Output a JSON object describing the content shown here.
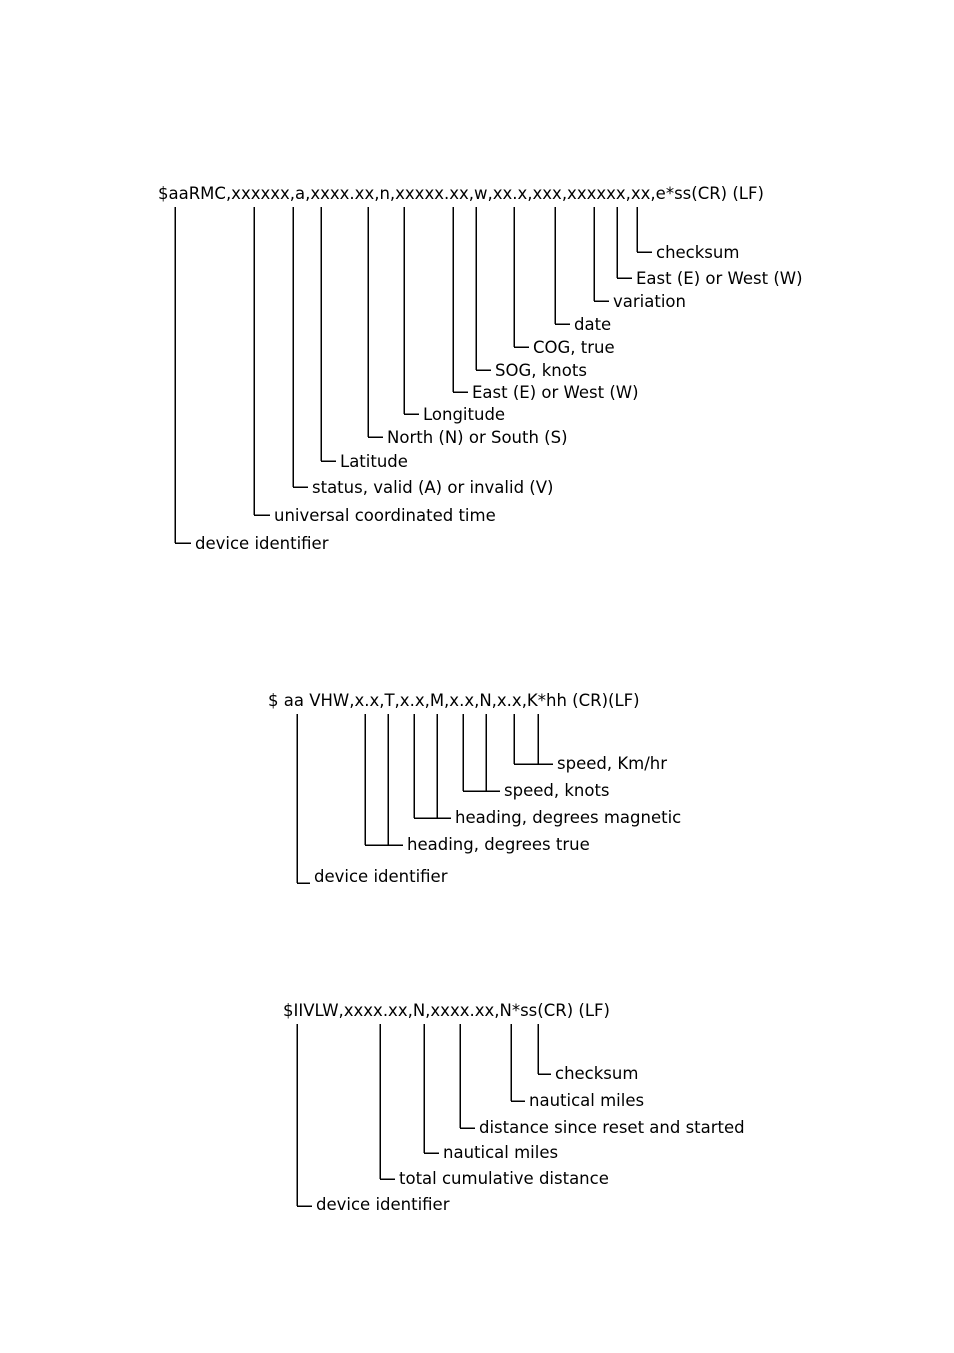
{
  "diagrams": [
    {
      "id": "rmc",
      "sentence": "$aaRMC,xxxxxx,a,xxxx.xx,n,xxxxx.xx,w,xx.x,xxx,xxxxxx,xx,e*ss(CR) (LF)",
      "fields": [
        "checksum",
        "East (E) or West (W)",
        "variation",
        "date",
        "COG, true",
        "SOG, knots",
        "East (E) or West (W)",
        "Longitude",
        "North (N) or South (S)",
        "Latitude",
        "status, valid (A) or invalid (V)",
        "universal coordinated time",
        "device identifier"
      ]
    },
    {
      "id": "vhw",
      "sentence": "$ aa VHW,x.x,T,x.x,M,x.x,N,x.x,K*hh (CR)(LF)",
      "fields": [
        "speed, Km/hr",
        "speed, knots",
        "heading, degrees magnetic",
        "heading, degrees true",
        "device identifier"
      ]
    },
    {
      "id": "vlw",
      "sentence": "$IIVLW,xxxx.xx,N,xxxx.xx,N*ss(CR) (LF)",
      "fields": [
        "checksum",
        "nautical miles",
        "distance since reset and started",
        "nautical miles",
        "total cumulative distance",
        "device identifier"
      ]
    }
  ]
}
